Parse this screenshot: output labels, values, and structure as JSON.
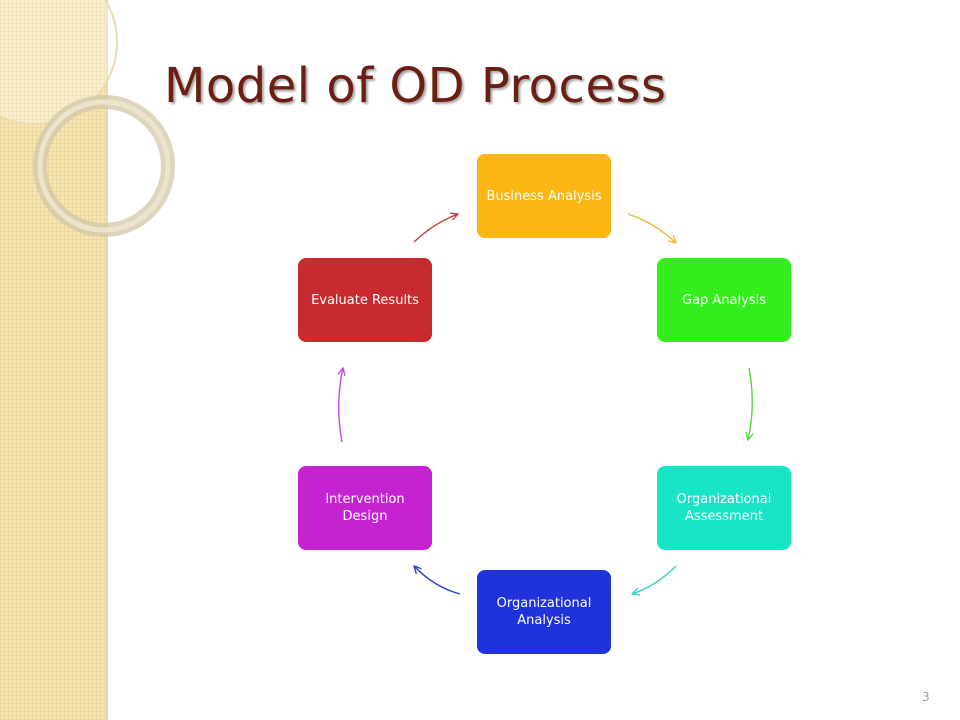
{
  "slide": {
    "title": "Model of OD Process",
    "page_number": "3"
  },
  "colors": {
    "title": "#6b1f12",
    "band": "#f6e6b4"
  },
  "cycle": {
    "nodes": [
      {
        "label": "Business Analysis",
        "color": "#fbb614"
      },
      {
        "label": "Gap Analysis",
        "color": "#33ee1c"
      },
      {
        "label": "Organizational Assessment",
        "color": "#17e5c6"
      },
      {
        "label": "Organizational Analysis",
        "color": "#1f32dc"
      },
      {
        "label": "Intervention Design",
        "color": "#c522d2"
      },
      {
        "label": "Evaluate Results",
        "color": "#c92a2f"
      }
    ],
    "arrows": [
      {
        "from": "Business Analysis",
        "to": "Gap Analysis",
        "color": "#f3b12e"
      },
      {
        "from": "Gap Analysis",
        "to": "Organizational Assessment",
        "color": "#52d83a"
      },
      {
        "from": "Organizational Assessment",
        "to": "Organizational Analysis",
        "color": "#2ad4c8"
      },
      {
        "from": "Organizational Analysis",
        "to": "Intervention Design",
        "color": "#2a3fc9"
      },
      {
        "from": "Intervention Design",
        "to": "Evaluate Results",
        "color": "#c44ad8"
      },
      {
        "from": "Evaluate Results",
        "to": "Business Analysis",
        "color": "#c23a3a"
      }
    ]
  }
}
